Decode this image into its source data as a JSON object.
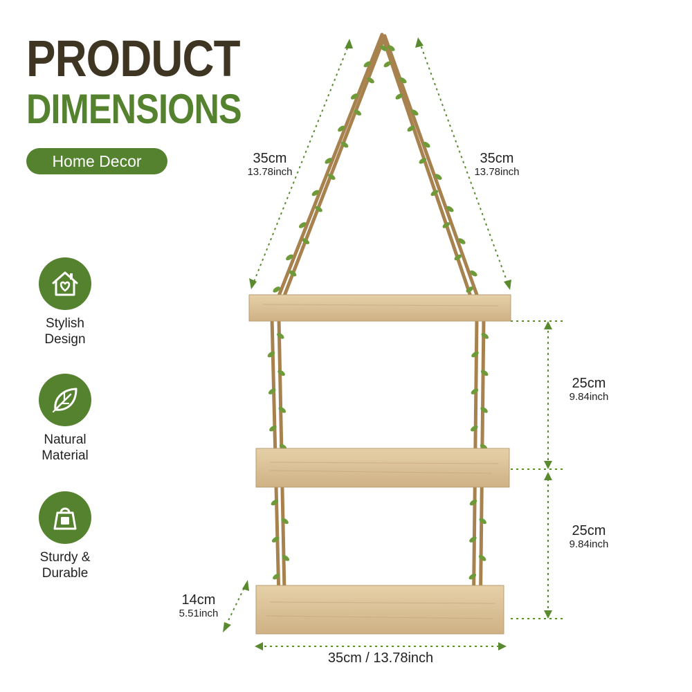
{
  "header": {
    "title_line1": "PRODUCT",
    "title_line2": "DIMENSIONS",
    "badge": "Home Decor"
  },
  "features": [
    {
      "label": "Stylish\nDesign",
      "icon": "house-heart-icon"
    },
    {
      "label": "Natural\nMaterial",
      "icon": "leaf-icon"
    },
    {
      "label": "Sturdy &\nDurable",
      "icon": "weight-icon"
    }
  ],
  "dimensions": {
    "left_rope": {
      "cm": "35cm",
      "inch": "13.78inch"
    },
    "right_rope": {
      "cm": "35cm",
      "inch": "13.78inch"
    },
    "shelf_gap_top": {
      "cm": "25cm",
      "inch": "9.84inch"
    },
    "shelf_gap_bottom": {
      "cm": "25cm",
      "inch": "9.84inch"
    },
    "depth": {
      "cm": "14cm",
      "inch": "5.51inch"
    },
    "width": {
      "cm": "35cm",
      "separator": " / ",
      "inch": "13.78inch"
    }
  },
  "colors": {
    "brand_green": "#55822f",
    "title_brown": "#3e3622",
    "wood": "#dcc39a",
    "rope": "#a8824e",
    "leaf": "#6f9a3a"
  }
}
